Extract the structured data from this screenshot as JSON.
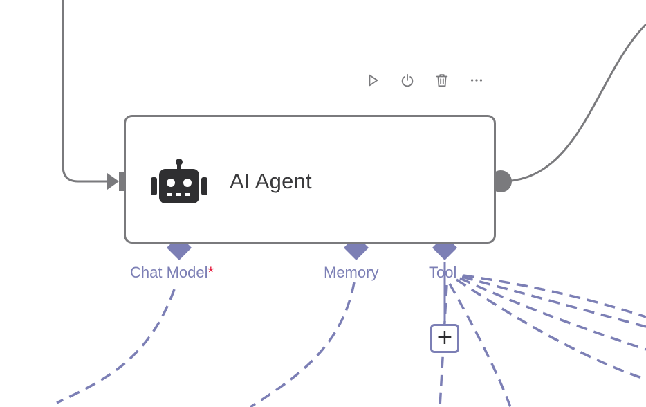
{
  "node": {
    "title": "AI Agent",
    "icon": "robot-icon"
  },
  "toolbar": {
    "actions": [
      "play-icon",
      "power-icon",
      "trash-icon",
      "more-horizontal-icon"
    ]
  },
  "handles": {
    "chat_model": {
      "label": "Chat Model",
      "required_mark": "*"
    },
    "memory": {
      "label": "Memory"
    },
    "tool": {
      "label": "Tool"
    }
  },
  "add_button": {
    "label": "+"
  },
  "colors": {
    "node_border": "#7a7a7d",
    "handle": "#7c7fb5",
    "required": "#e5183a",
    "text": "#3a3a3c"
  }
}
